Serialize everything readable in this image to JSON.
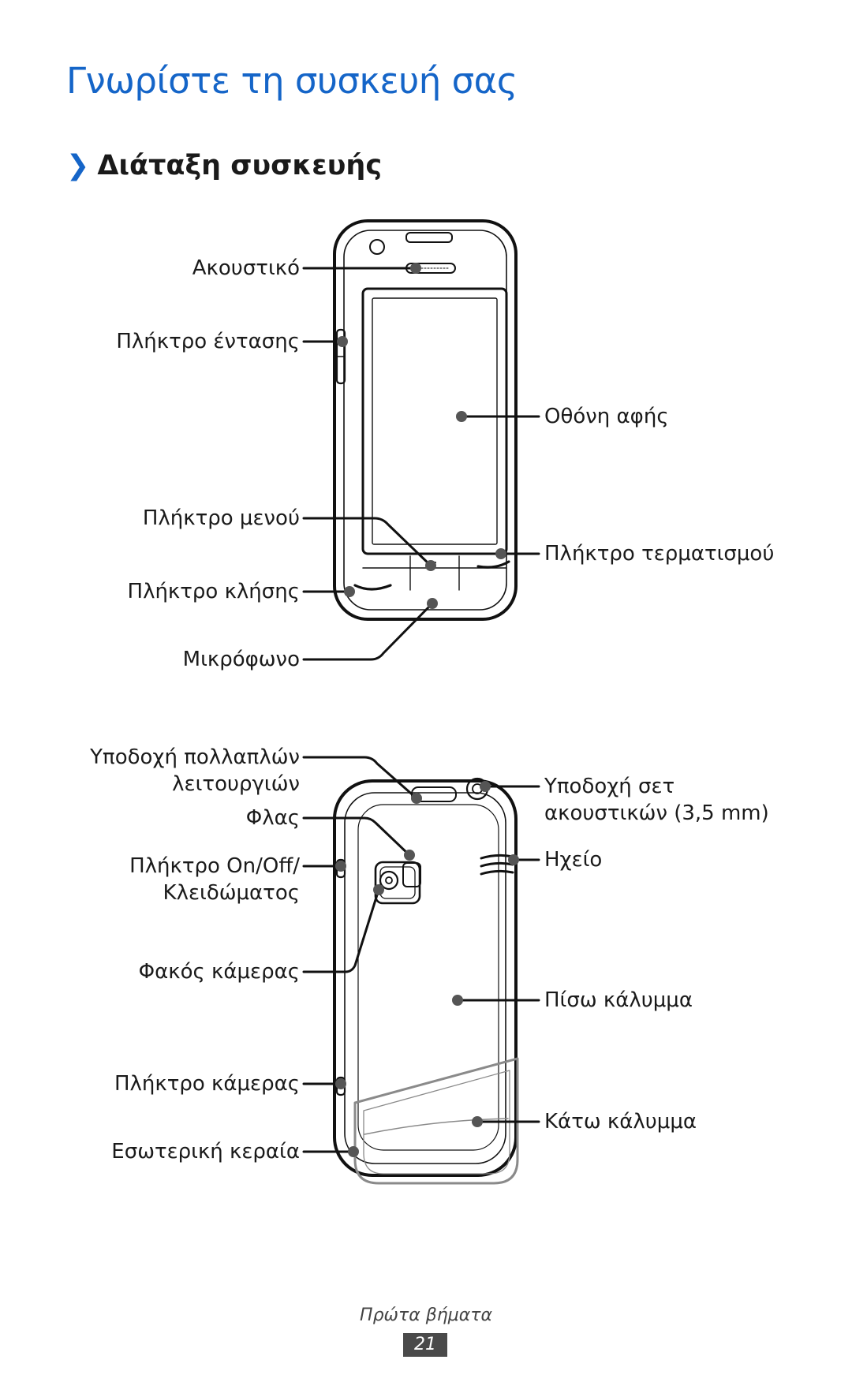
{
  "heading": {
    "title": "Γνωρίστε τη συσκευή σας",
    "section_icon": "chevron-right-icon",
    "section_title": "Διάταξη συσκευής"
  },
  "front_labels": {
    "earpiece": "Ακουστικό",
    "volume_key": "Πλήκτρο έντασης",
    "touch_screen": "Οθόνη αφής",
    "menu_key": "Πλήκτρο μενού",
    "end_key": "Πλήκτρο τερματισμού",
    "call_key": "Πλήκτρο κλήσης",
    "microphone": "Μικρόφωνο"
  },
  "back_labels": {
    "multifunction_jack_line1": "Υποδοχή πολλαπλών",
    "multifunction_jack_line2": "λειτουργιών",
    "headset_jack_line1": "Υποδοχή σετ",
    "headset_jack_line2": "ακουστικών (3,5 mm)",
    "flash": "Φλας",
    "power_key_line1": "Πλήκτρο On/Off/",
    "power_key_line2": "Κλειδώματος",
    "speaker": "Ηχείο",
    "camera_lens": "Φακός κάμερας",
    "back_cover": "Πίσω κάλυμμα",
    "camera_key": "Πλήκτρο κάμερας",
    "bottom_cover": "Κάτω κάλυμμα",
    "internal_antenna": "Εσωτερική κεραία"
  },
  "footer": {
    "section": "Πρώτα βήματα",
    "page_number": "21"
  },
  "colors": {
    "accent": "#1565c8",
    "text": "#1a1a1a"
  }
}
